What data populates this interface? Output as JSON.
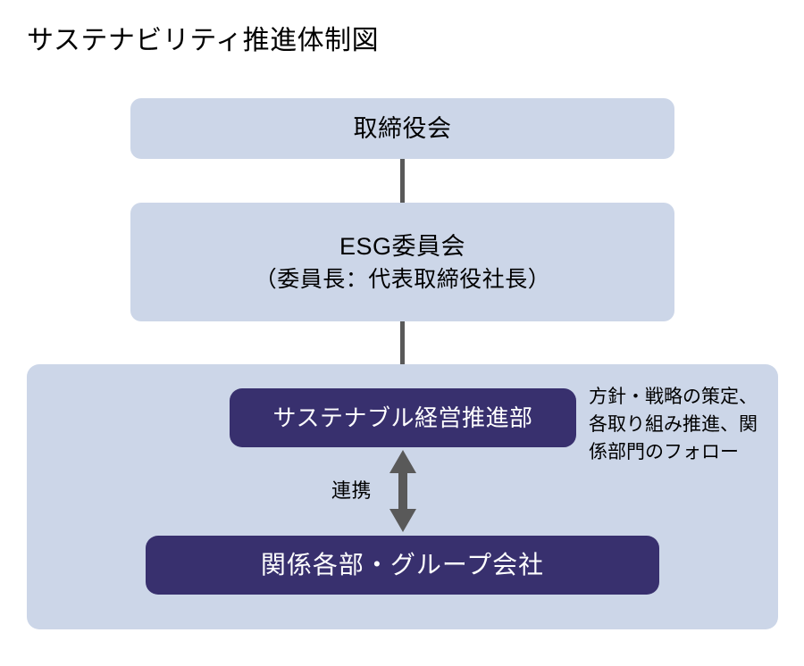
{
  "title": "サステナビリティ推進体制図",
  "colors": {
    "light_box": "#ccd6e8",
    "dark_box": "#38306e",
    "connector": "#595959",
    "text_dark": "#000000",
    "text_light": "#ffffff",
    "background": "#ffffff"
  },
  "boxes": {
    "board": {
      "label": "取締役会"
    },
    "esg_committee": {
      "line1": "ESG委員会",
      "line2": "（委員長：代表取締役社長）"
    },
    "sustainable_dept": {
      "label": "サステナブル経営推進部"
    },
    "group_companies": {
      "label": "関係各部・グループ会社"
    }
  },
  "arrow": {
    "link_label": "連携",
    "icon": "double-headed-vertical-arrow-icon"
  },
  "dept_note": {
    "line1": "方針・戦略の策定、",
    "line2": "各取り組み推進、関",
    "line3": "係部門のフォロー"
  }
}
